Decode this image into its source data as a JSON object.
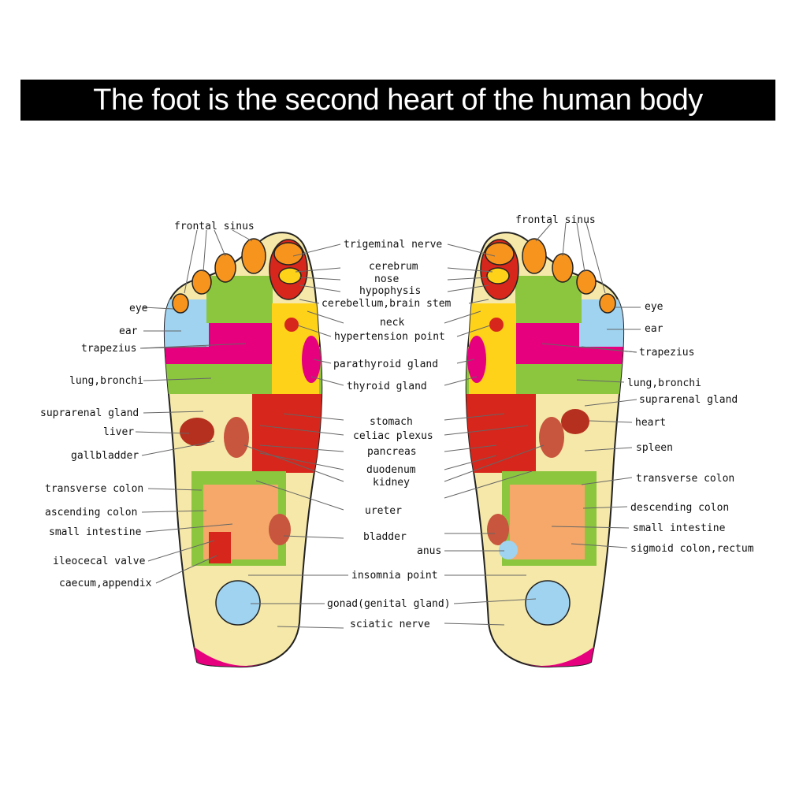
{
  "title": "The foot is the second heart of the human body",
  "colors": {
    "banner": "#000000",
    "skin": "#f6e8a8",
    "yellow": "#ffd21a",
    "green": "#8cc63f",
    "magenta": "#e6007e",
    "orange": "#f7941d",
    "red": "#d7261b",
    "light_blue": "#9fd3f0",
    "intestine": "#f5a86a"
  },
  "left_labels": {
    "frontal_sinus": "frontal sinus",
    "eye": "eye",
    "ear": "ear",
    "trapezius": "trapezius",
    "lung_bronchi": "lung,bronchi",
    "suprarenal_gland": "suprarenal gland",
    "liver": "liver",
    "gallbladder": "gallbladder",
    "transverse_colon": "transverse colon",
    "ascending_colon": "ascending colon",
    "small_intestine": "small intestine",
    "ileocecal_valve": "ileocecal valve",
    "caecum_appendix": "caecum,appendix"
  },
  "center_labels": {
    "trigeminal_nerve": "trigeminal nerve",
    "cerebrum": "cerebrum",
    "nose": "nose",
    "hypophysis": "hypophysis",
    "cerebellum_brain_stem": "cerebellum,brain stem",
    "neck": "neck",
    "hypertension_point": "hypertension point",
    "parathyroid_gland": "parathyroid gland",
    "thyroid_gland": "thyroid gland",
    "stomach": "stomach",
    "celiac_plexus": "celiac plexus",
    "pancreas": "pancreas",
    "duodenum": "duodenum",
    "kidney": "kidney",
    "ureter": "ureter",
    "bladder": "bladder",
    "anus": "anus",
    "insomnia_point": "insomnia point",
    "gonad": "gonad(genital gland)",
    "sciatic_nerve": "sciatic nerve"
  },
  "right_labels": {
    "frontal_sinus": "frontal sinus",
    "eye": "eye",
    "ear": "ear",
    "trapezius": "trapezius",
    "lung_bronchi": "lung,bronchi",
    "suprarenal_gland": "suprarenal gland",
    "heart": "heart",
    "spleen": "spleen",
    "transverse_colon": "transverse colon",
    "descending_colon": "descending colon",
    "small_intestine": "small intestine",
    "sigmoid_colon_rectum": "sigmoid colon,rectum"
  }
}
